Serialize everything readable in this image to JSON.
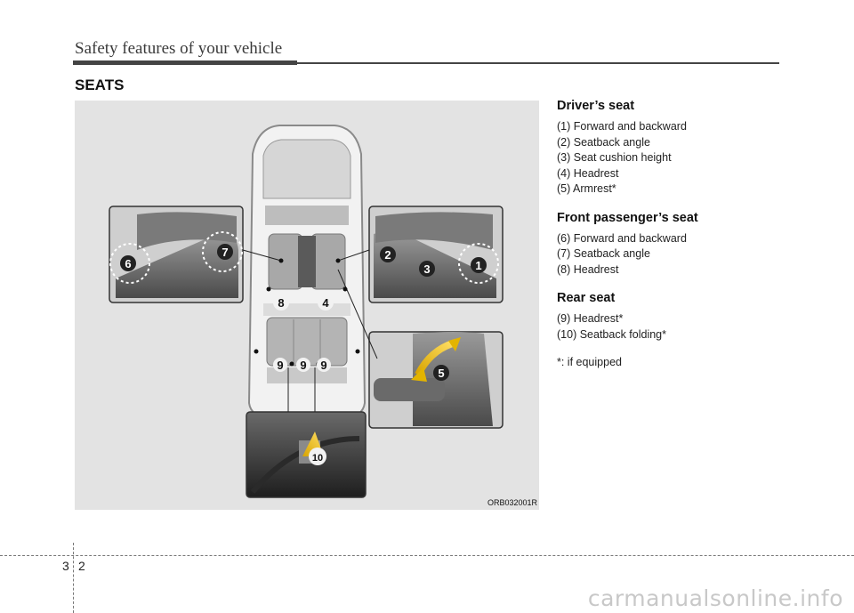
{
  "header": {
    "chapter_title": "Safety features of your vehicle"
  },
  "section": {
    "heading": "SEATS"
  },
  "figure": {
    "code": "ORB032001R",
    "callouts": [
      "1",
      "2",
      "3",
      "4",
      "5",
      "6",
      "7",
      "8",
      "9",
      "9",
      "9",
      "10"
    ]
  },
  "groups": [
    {
      "heading": "Driver’s seat",
      "items": [
        "(1) Forward and backward",
        "(2) Seatback angle",
        "(3) Seat cushion height",
        "(4) Headrest",
        "(5) Armrest*"
      ]
    },
    {
      "heading": "Front passenger’s seat",
      "items": [
        "(6) Forward and backward",
        "(7) Seatback angle",
        "(8) Headrest"
      ]
    },
    {
      "heading": "Rear seat",
      "items": [
        "(9) Headrest*",
        "(10) Seatback folding*"
      ]
    }
  ],
  "note": "*: if equipped",
  "footer": {
    "chapter": "3",
    "page": "2"
  },
  "watermark": "carmanualsonline.info"
}
